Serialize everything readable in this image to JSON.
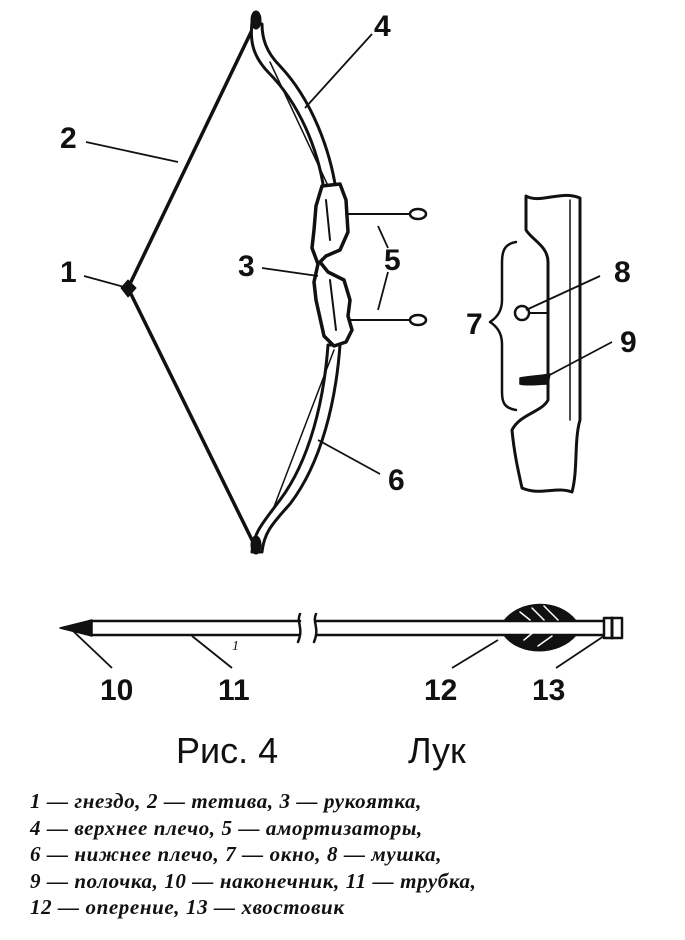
{
  "callouts": {
    "n1": "1",
    "n2": "2",
    "n3": "3",
    "n4": "4",
    "n5": "5",
    "n6": "6",
    "n7": "7",
    "n8": "8",
    "n9": "9",
    "n10": "10",
    "n11": "11",
    "n12": "12",
    "n13": "13",
    "arrow_small": "1"
  },
  "caption": {
    "figure_number": "Рис. 4",
    "figure_title": "Лук"
  },
  "legend": {
    "lines": [
      "1 — гнездо,  2 — тетива,  3 — рукоятка,",
      "4 — верхнее  плечо,  5 — амортизаторы,",
      "6 — нижнее  плечо,  7 — окно,  8 — мушка,",
      "9 — полочка,  10 — наконечник,  11 — трубка,",
      "12 — оперение,  13 — хвостовик"
    ]
  }
}
